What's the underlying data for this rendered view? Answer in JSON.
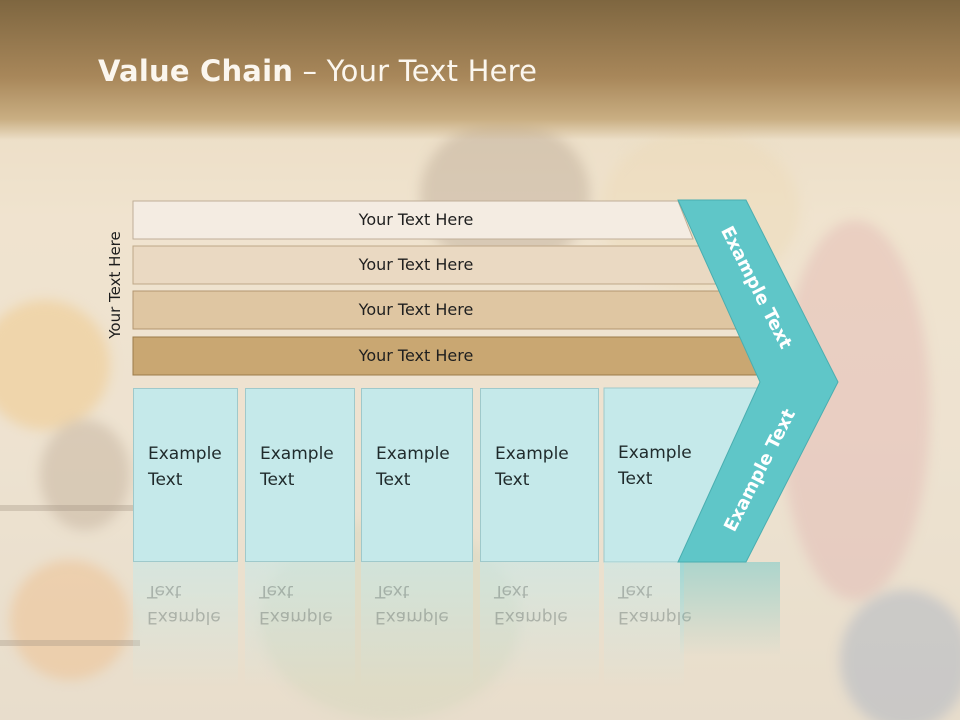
{
  "header": {
    "title_bold": "Value Chain",
    "title_rest": " – Your Text Here"
  },
  "side_label": "Your Text Here",
  "bars": [
    {
      "label": "Your Text Here",
      "color": "#f4ece2"
    },
    {
      "label": "Your Text Here",
      "color": "#ead9c2"
    },
    {
      "label": "Your Text Here",
      "color": "#dfc6a2"
    },
    {
      "label": "Your Text Here",
      "color": "#c9a772"
    }
  ],
  "boxes": [
    {
      "line1": "Example",
      "line2": "Text"
    },
    {
      "line1": "Example",
      "line2": "Text"
    },
    {
      "line1": "Example",
      "line2": "Text"
    },
    {
      "line1": "Example",
      "line2": "Text"
    },
    {
      "line1": "Example",
      "line2": "Text"
    }
  ],
  "chevron": {
    "upper_text": "Example Text",
    "lower_text": "Example Text",
    "color": "#5fc6c8"
  }
}
